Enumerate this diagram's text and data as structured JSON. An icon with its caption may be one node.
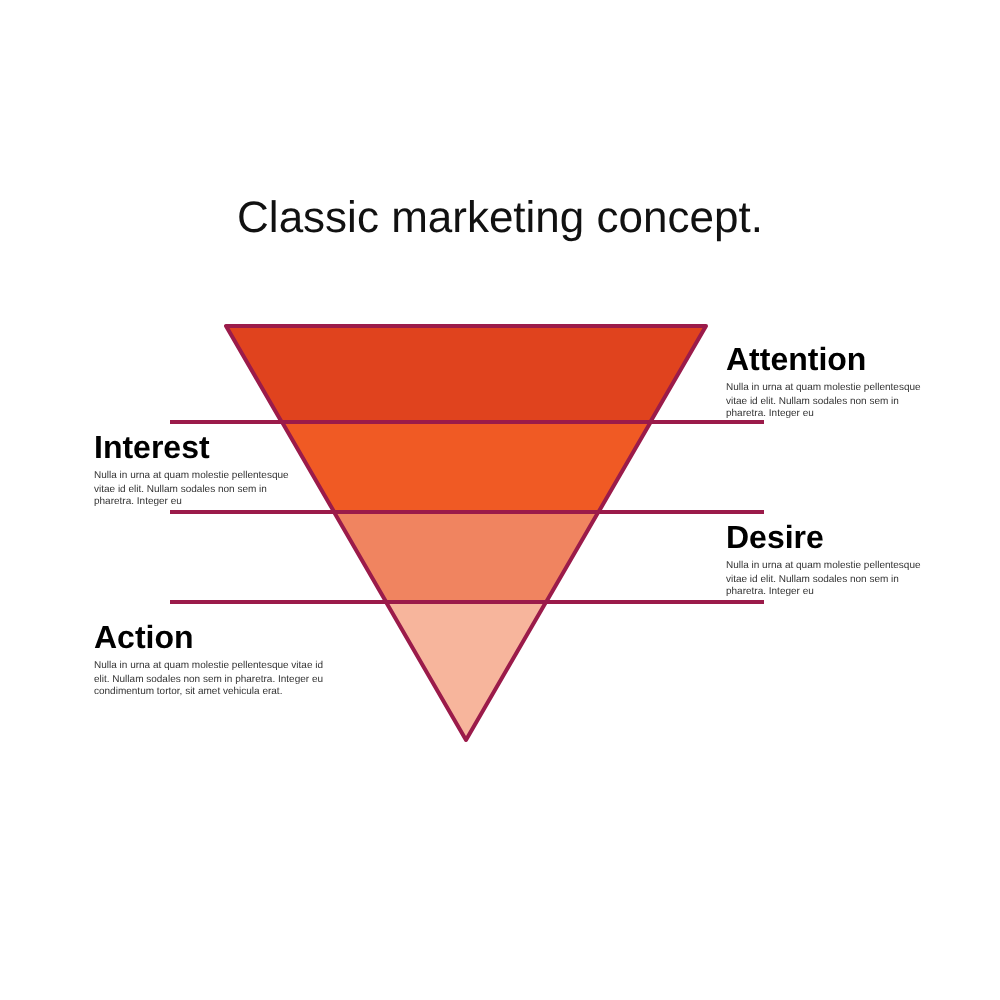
{
  "diagram": {
    "title": "Classic **marketing** concept.",
    "nodes": [
      {
        "text": [],
        "shape": "trapezoid",
        "beside": [
          "Attention",
          "Nulla in urna at quam molestie pellentesque vitae id elit. Nullam sodales non sem in pharetra. Integer eu"
        ]
      },
      {
        "text": [],
        "shape": "trapezoid",
        "beside": [
          "Interest",
          "Nulla in urna at quam molestie pellentesque vitae id elit. Nullam sodales non sem in pharetra. Integer eu"
        ]
      },
      {
        "text": [],
        "shape": "trapezoid",
        "beside": [
          "Desire",
          "Nulla in urna at quam molestie pellentesque vitae id elit. Nullam sodales non sem in pharetra. Integer eu"
        ]
      },
      {
        "text": [],
        "shape": "triangle",
        "beside": [
          "Action",
          "Nulla in urna at quam molestie pellentesque vitae id elit. Nullam sodales non sem in pharetra. Integer eu condimentum tortor, sit amet vehicula erat."
        ]
      }
    ]
  }
}
